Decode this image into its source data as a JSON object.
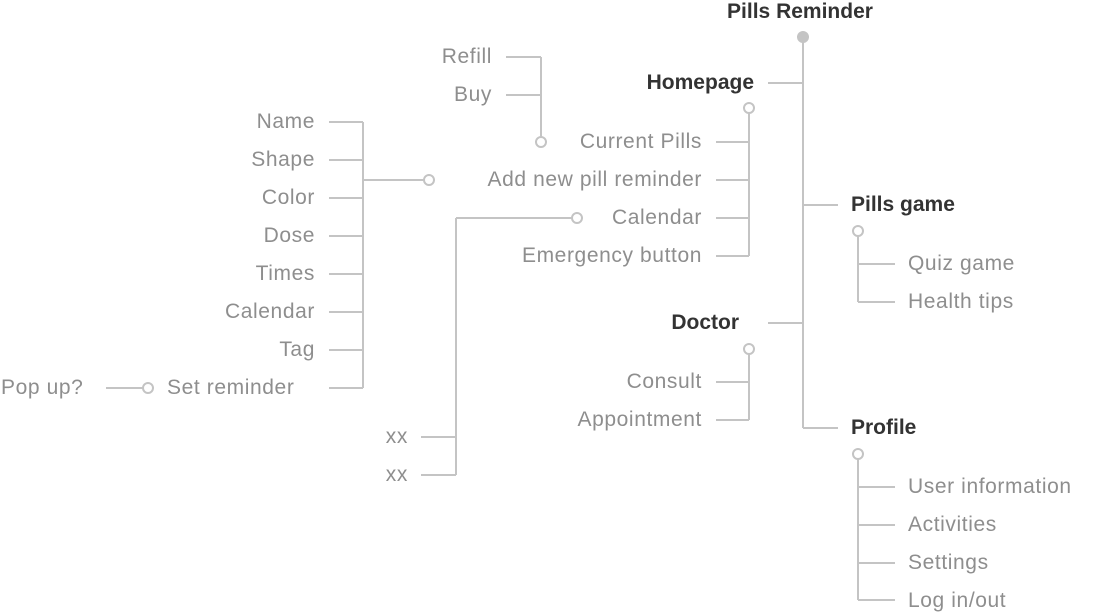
{
  "root": "Pills Reminder",
  "homepage": {
    "title": "Homepage",
    "items": [
      "Current Pills",
      "Add new pill reminder",
      "Calendar",
      "Emergency button"
    ],
    "current_pills_children": [
      "Refill",
      "Buy"
    ],
    "add_reminder_children": [
      "Name",
      "Shape",
      "Color",
      "Dose",
      "Times",
      "Calendar",
      "Tag",
      "Set reminder"
    ],
    "set_reminder_child": "Pop up?",
    "calendar_children": [
      "xx",
      "xx"
    ]
  },
  "pills_game": {
    "title": "Pills game",
    "items": [
      "Quiz game",
      "Health tips"
    ]
  },
  "doctor": {
    "title": "Doctor",
    "items": [
      "Consult",
      "Appointment"
    ]
  },
  "profile": {
    "title": "Profile",
    "items": [
      "User information",
      "Activities",
      "Settings",
      "Log in/out"
    ]
  },
  "colors": {
    "line": "#c4c4c4",
    "text": "#8e8e8e",
    "heading": "#333333",
    "root_dot": "#c4c4c4"
  }
}
